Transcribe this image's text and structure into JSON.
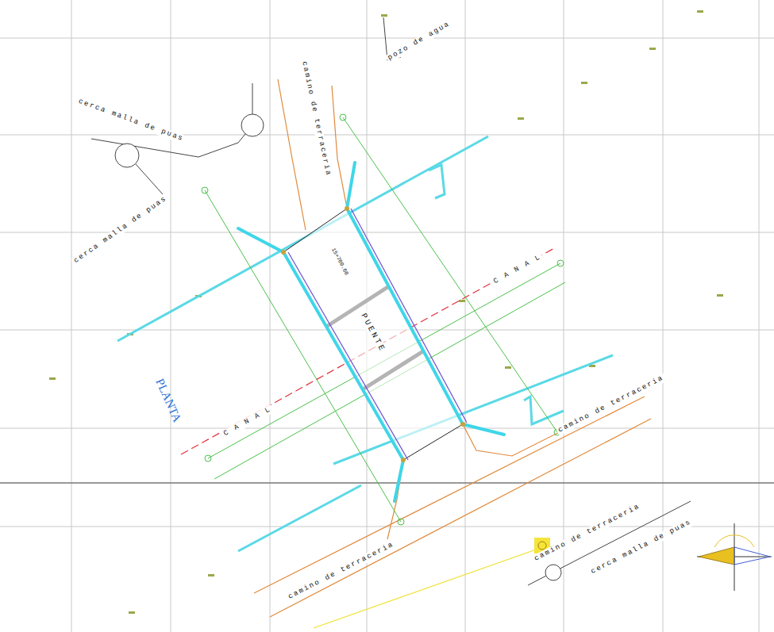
{
  "diagram": {
    "title": "PLANTA",
    "labels": [
      "cerca malla de puas",
      "cerca malla de puas",
      "camino de terraceria",
      "C A N A L",
      "C A N A L",
      "15+700.00",
      "PUENTE",
      "camino de terraceria",
      "camino de terraceria",
      "cerca malla de puas",
      "camino de terraceria",
      "pozo de agua"
    ]
  }
}
